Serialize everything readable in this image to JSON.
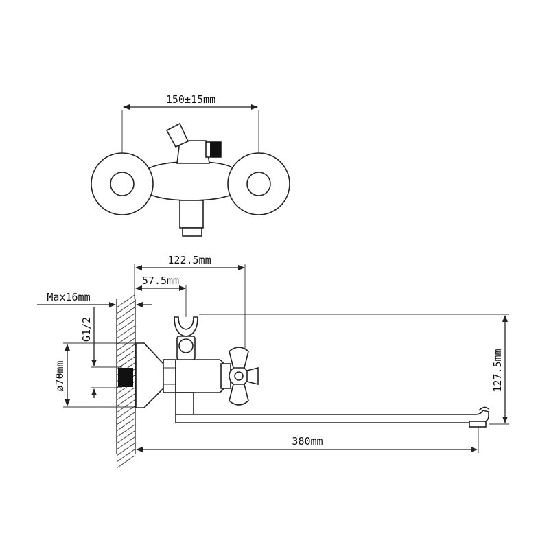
{
  "dimensions": {
    "center_spacing": "150±15mm",
    "depth_total": "122.5mm",
    "depth_spout": "57.5mm",
    "wall_max": "Max16mm",
    "thread": "G1/2",
    "flange_diameter": "ø70mm",
    "spout_height": "127.5mm",
    "spout_length": "380mm"
  }
}
